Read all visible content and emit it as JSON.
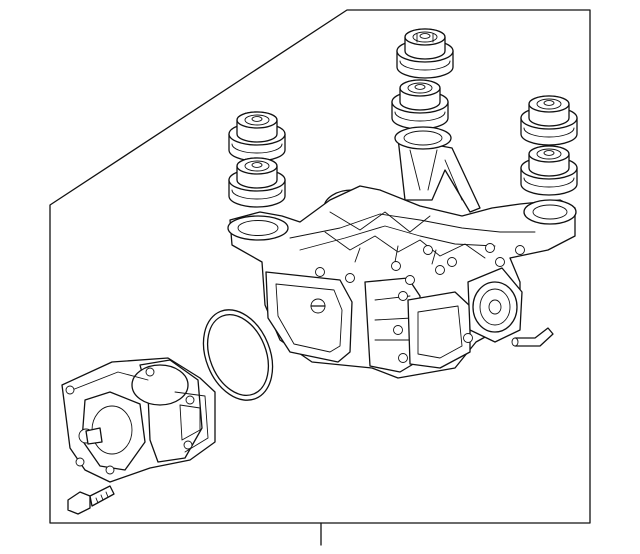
{
  "diagram": {
    "parts": [
      {
        "name": "rear-differential-housing"
      },
      {
        "name": "coupling-unit"
      },
      {
        "name": "o-ring-seal"
      },
      {
        "name": "mounting-bushing-top-center"
      },
      {
        "name": "mounting-bushing-mid-center"
      },
      {
        "name": "mounting-bushing-upper-left"
      },
      {
        "name": "mounting-bushing-lower-left"
      },
      {
        "name": "mounting-bushing-upper-right"
      },
      {
        "name": "mounting-bushing-lower-right"
      },
      {
        "name": "mounting-bolt"
      },
      {
        "name": "vent-hose-fitting"
      }
    ],
    "line_color": "#111111",
    "background": "#ffffff"
  }
}
